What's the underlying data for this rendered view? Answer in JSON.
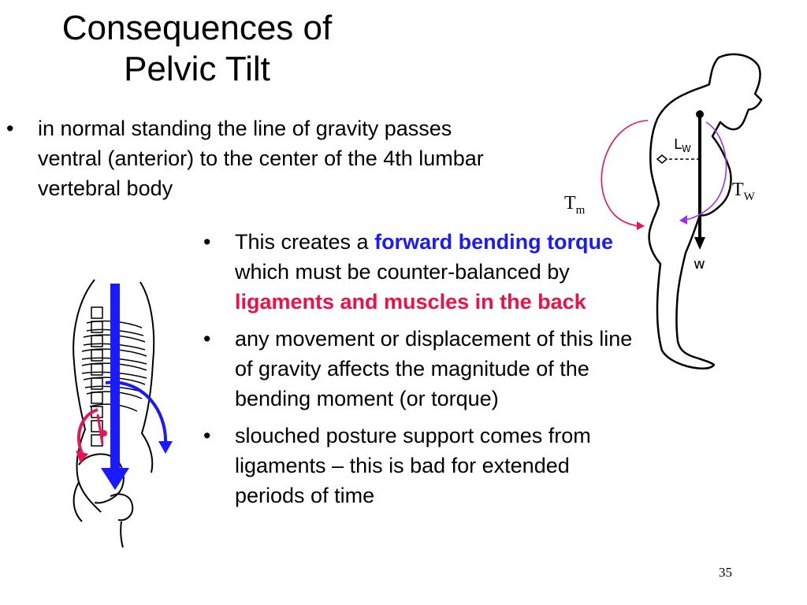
{
  "slide": {
    "title_line1": "Consequences of",
    "title_line2": "Pelvic Tilt",
    "bullet1": "in normal standing the line of gravity passes ventral (anterior) to the center of the 4th lumbar vertebral body",
    "bullet2": {
      "part1": "This creates a ",
      "part2": "forward bending torque",
      "part3": " which must be counter-balanced by ",
      "part4": "ligaments and muscles in the back"
    },
    "bullet3": "any movement or displacement of this line of gravity affects the magnitude of the bending moment (or torque)",
    "bullet4": "slouched posture support comes from ligaments – this is bad for extended periods of time",
    "bullet_symbol": "•",
    "page_number": "35"
  },
  "figure_right": {
    "label_lw_main": "L",
    "label_lw_sub": "W",
    "label_w": "w",
    "label_tm_main": "T",
    "label_tm_sub": "m",
    "label_tw_main": "T",
    "label_tw_sub": "W"
  },
  "colors": {
    "blue_emphasis": "#1a1aff",
    "red_emphasis": "#ee1144",
    "arrow_red": "#e8145a",
    "arrow_purple": "#9933ee",
    "arrow_blue_left": "#1a1aff"
  }
}
